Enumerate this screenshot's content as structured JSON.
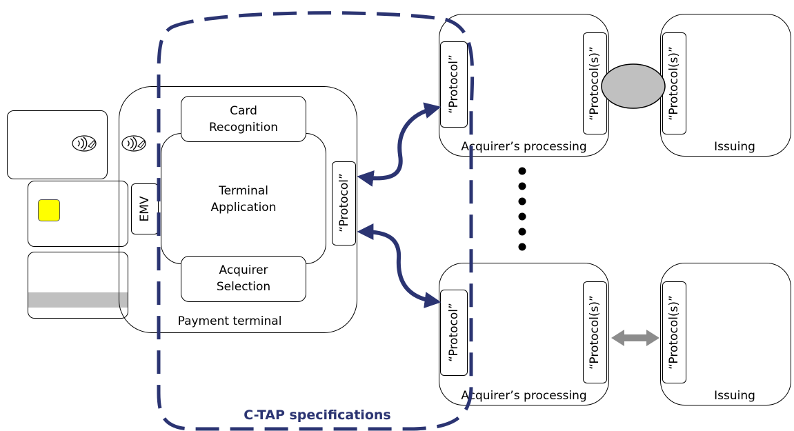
{
  "terminal": {
    "title": "Payment terminal",
    "card_recognition": "Card\nRecognition",
    "terminal_application": "Terminal\nApplication",
    "acquirer_selection": "Acquirer\nSelection",
    "protocol": "“Protocol”",
    "emv": "EMV"
  },
  "acquirers": [
    {
      "caption": "Acquirer’s processing",
      "protocol_in": "“Protocol”",
      "protocol_out": "“Protocol(s)”"
    },
    {
      "caption": "Acquirer’s processing",
      "protocol_in": "“Protocol”",
      "protocol_out": "“Protocol(s)”"
    }
  ],
  "issuers": [
    {
      "caption": "Issuing",
      "protocol": "“Protocol(s)”"
    },
    {
      "caption": "Issuing",
      "protocol": "“Protocol(s)”"
    }
  ],
  "scope": {
    "label": "C-TAP specifications",
    "color": "#2b3472"
  },
  "colors": {
    "arrow": "#2b3472",
    "grey_arrow": "#8c8c8c",
    "chip": "#ffff00",
    "stripe": "#c0c0c0",
    "ellipse": "#c0c0c0"
  }
}
